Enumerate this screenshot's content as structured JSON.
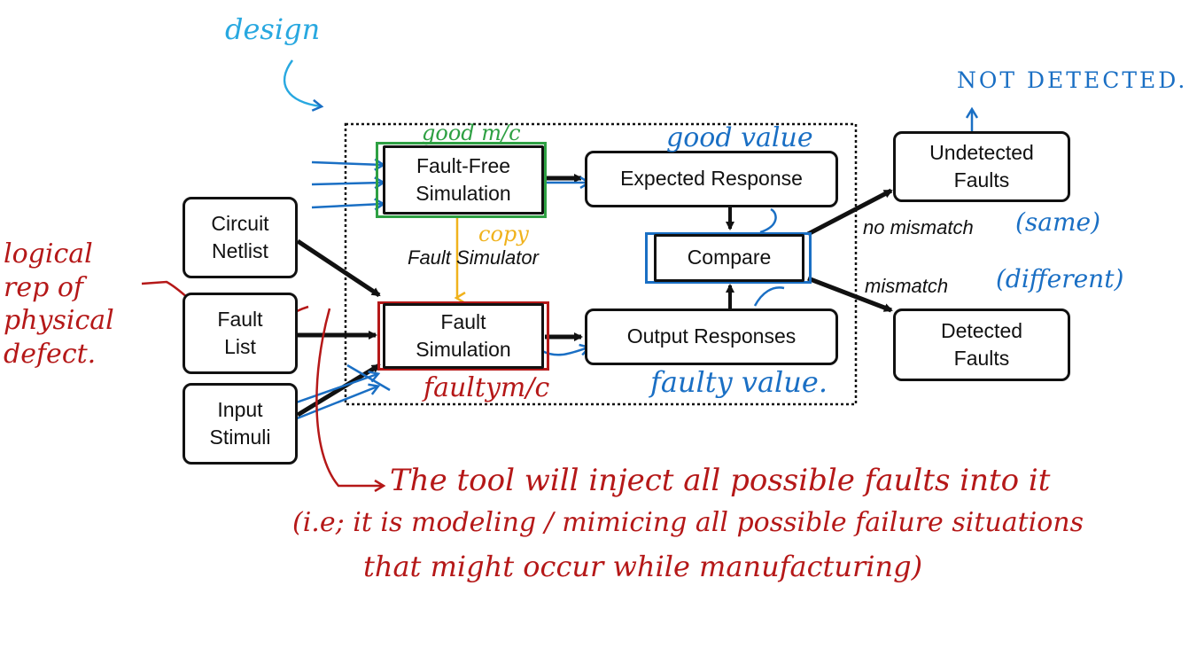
{
  "diagram": {
    "boxes": {
      "circuit_netlist": "Circuit\nNetlist",
      "fault_list": "Fault\nList",
      "input_stimuli": "Input\nStimuli",
      "fault_free_simulation": "Fault-Free\nSimulation",
      "fault_simulation": "Fault\nSimulation",
      "expected_response": "Expected Response",
      "output_responses": "Output Responses",
      "compare": "Compare",
      "undetected_faults": "Undetected\nFaults",
      "detected_faults": "Detected\nFaults"
    },
    "labels": {
      "fault_simulator": "Fault Simulator",
      "no_mismatch": "no mismatch",
      "mismatch": "mismatch"
    }
  },
  "annotations": {
    "design": "design",
    "good_mc": "good m/c",
    "good_value": "good value",
    "not_detected": "NOT DETECTED.",
    "copy": "copy",
    "same": "(same)",
    "different": "(different)",
    "faulty_mc": "faultym/c",
    "faulty_value": "faulty value.",
    "logical_rep": "logical\nrep of\nphysical\ndefect.",
    "note_line1": "The tool will inject all possible faults into it",
    "note_line2": "(i.e; it is modeling / mimicing all possible failure situations",
    "note_line3": "that might occur while manufacturing)"
  },
  "colors": {
    "blue_ink": "#1a6fc4",
    "red_ink": "#b51818",
    "green_ink": "#2ea043",
    "yellow_ink": "#f0b21c",
    "cyan_ink": "#28a8e0"
  }
}
